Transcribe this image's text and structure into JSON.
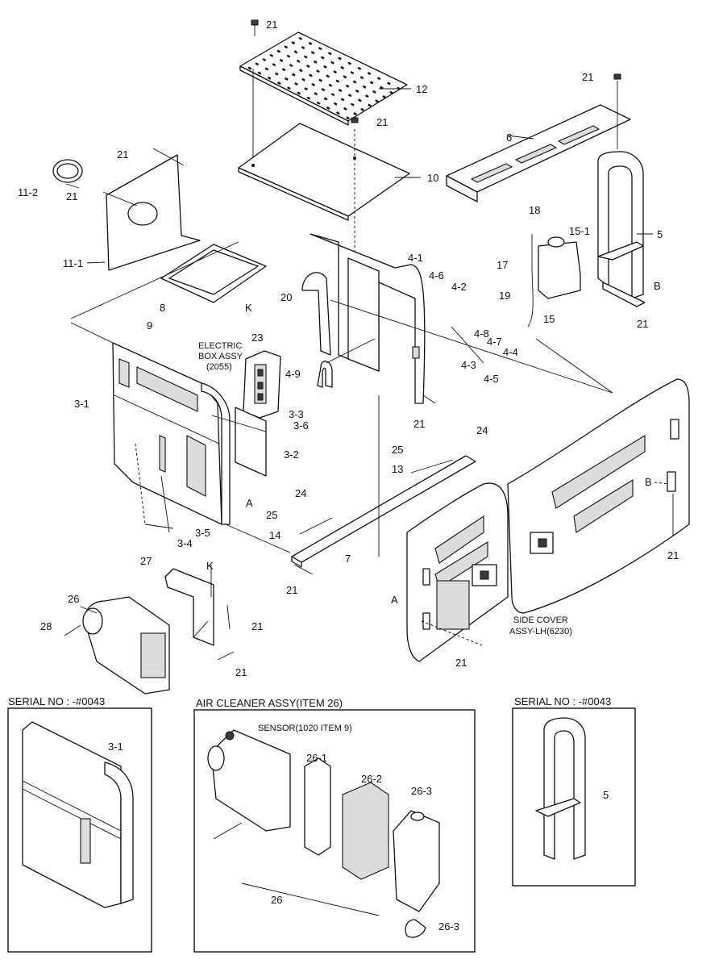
{
  "labels": {
    "l21_top": "21",
    "l12": "12",
    "l21_b": "21",
    "l21_c": "21",
    "l6": "6",
    "l21_d": "21",
    "l11_2": "11-2",
    "l21_e": "21",
    "l10": "10",
    "l11_1": "11-1",
    "l18": "18",
    "l15_1": "15-1",
    "l5": "5",
    "l17": "17",
    "l4_1": "4-1",
    "l4_6": "4-6",
    "l4_2": "4-2",
    "l19": "19",
    "l15": "15",
    "lB": "B",
    "l21_f": "21",
    "l8": "8",
    "lK": "K",
    "l20": "20",
    "l9": "9",
    "l4_8": "4-8",
    "l4_7": "4-7",
    "l4_4": "4-4",
    "l23": "23",
    "l4_9": "4-9",
    "l4_3": "4-3",
    "l4_5": "4-5",
    "l3_1": "3-1",
    "l3_3": "3-3",
    "l3_6": "3-6",
    "l21_g": "21",
    "l24": "24",
    "l3_2": "3-2",
    "l25": "25",
    "l13": "13",
    "lA": "A",
    "lB2": "B",
    "l24_b": "24",
    "l25_b": "25",
    "l14": "14",
    "l3_5": "3-5",
    "l3_4": "3-4",
    "l7": "7",
    "l21_h": "21",
    "l27": "27",
    "lK2": "K",
    "l26": "26",
    "l28": "28",
    "l21_i": "21",
    "l21_j": "21",
    "l21_k": "21",
    "lA2": "A",
    "l21_l": "21"
  },
  "electric_box": [
    "ELECTRIC",
    "BOX ASSY",
    "(2055)"
  ],
  "side_cover": [
    "SIDE COVER",
    "ASSY-LH(6230)"
  ],
  "insets": {
    "left_title": "SERIAL NO : -#0043",
    "left_label": "3-1",
    "middle_title": "AIR CLEANER ASSY(ITEM 26)",
    "sensor": "SENSOR(1020 ITEM 9)",
    "m26_1": "26-1",
    "m26_2": "26-2",
    "m26_3a": "26-3",
    "m26": "26",
    "m26_3b": "26-3",
    "right_title": "SERIAL NO : -#0043",
    "right_label": "5"
  }
}
